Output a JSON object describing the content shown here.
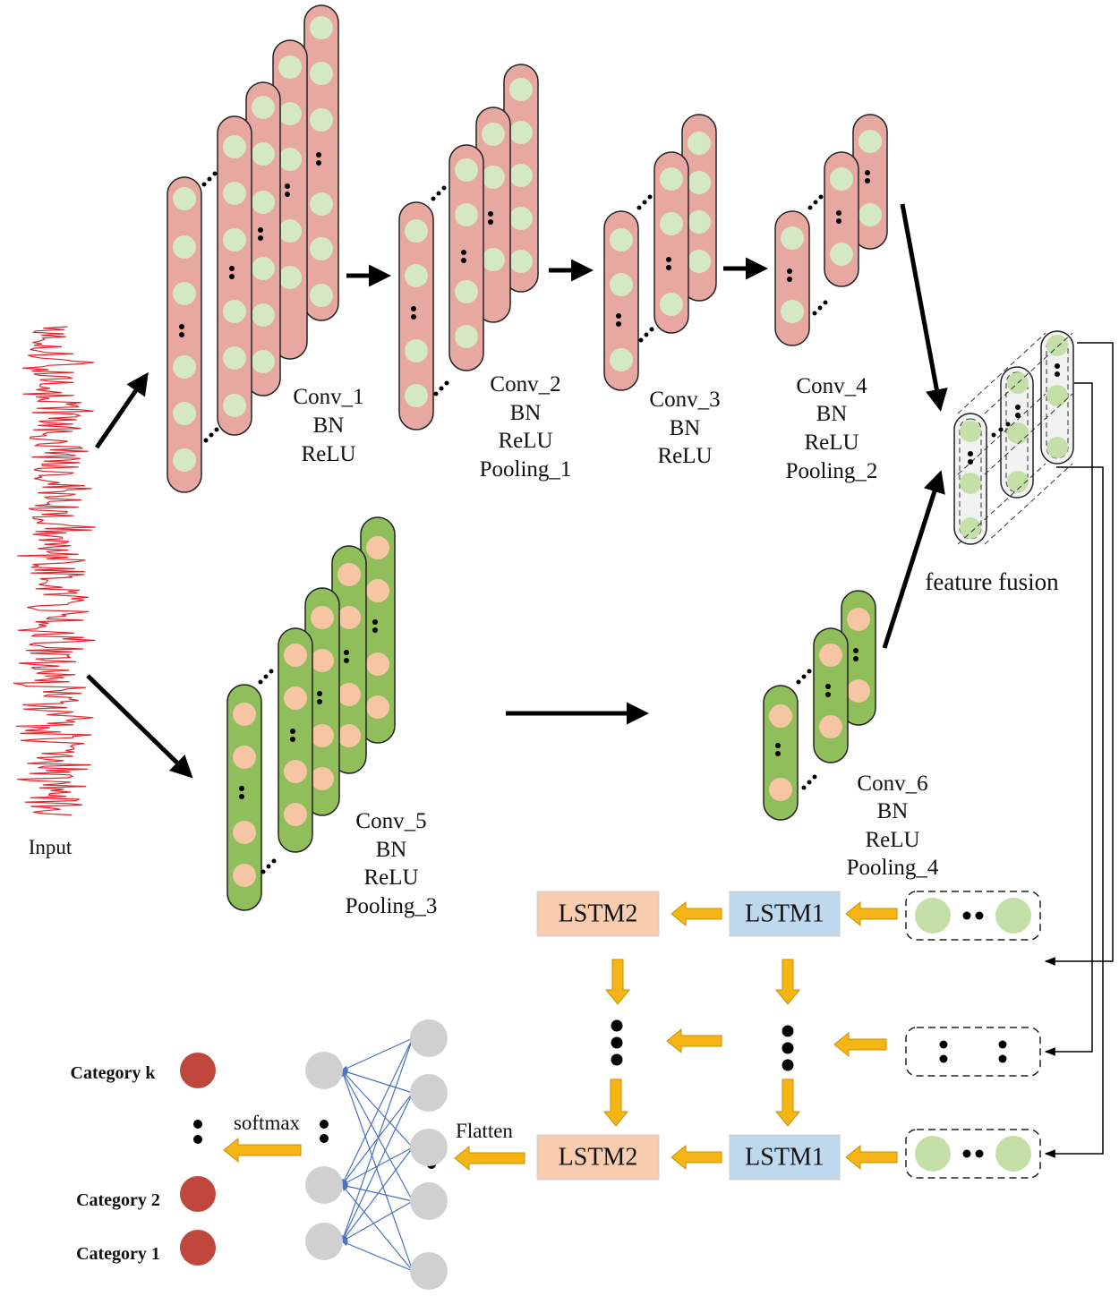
{
  "labels": {
    "input": "Input",
    "conv1": [
      "Conv_1",
      "BN",
      "ReLU"
    ],
    "conv2": [
      "Conv_2",
      "BN",
      "ReLU",
      "Pooling_1"
    ],
    "conv3": [
      "Conv_3",
      "BN",
      "ReLU"
    ],
    "conv4": [
      "Conv_4",
      "BN",
      "ReLU",
      "Pooling_2"
    ],
    "conv5": [
      "Conv_5",
      "BN",
      "ReLU",
      "Pooling_3"
    ],
    "conv6": [
      "Conv_6",
      "BN",
      "ReLU",
      "Pooling_4"
    ],
    "feature_fusion": "feature fusion",
    "lstm1": "LSTM1",
    "lstm2": "LSTM2",
    "flatten": "Flatten",
    "softmax": "softmax",
    "categories": [
      "Category k",
      "Category 2",
      "Category 1"
    ]
  },
  "colors": {
    "conv_branch_1_fill": "#e8a8a2",
    "conv_branch_1_node": "#d4e8c4",
    "conv_branch_2_fill": "#8fbe5a",
    "conv_branch_2_node": "#f6c6a4",
    "fusion_node": "#c4e0a8",
    "lstm1_fill": "#bfd8ee",
    "lstm2_fill": "#f8ccae",
    "yellow_arrow": "#f5b515",
    "dense_node": "#d0d0d0",
    "output_node": "#c0473c",
    "signal": "#e3242b",
    "dense_connections": "#4a72c4"
  }
}
